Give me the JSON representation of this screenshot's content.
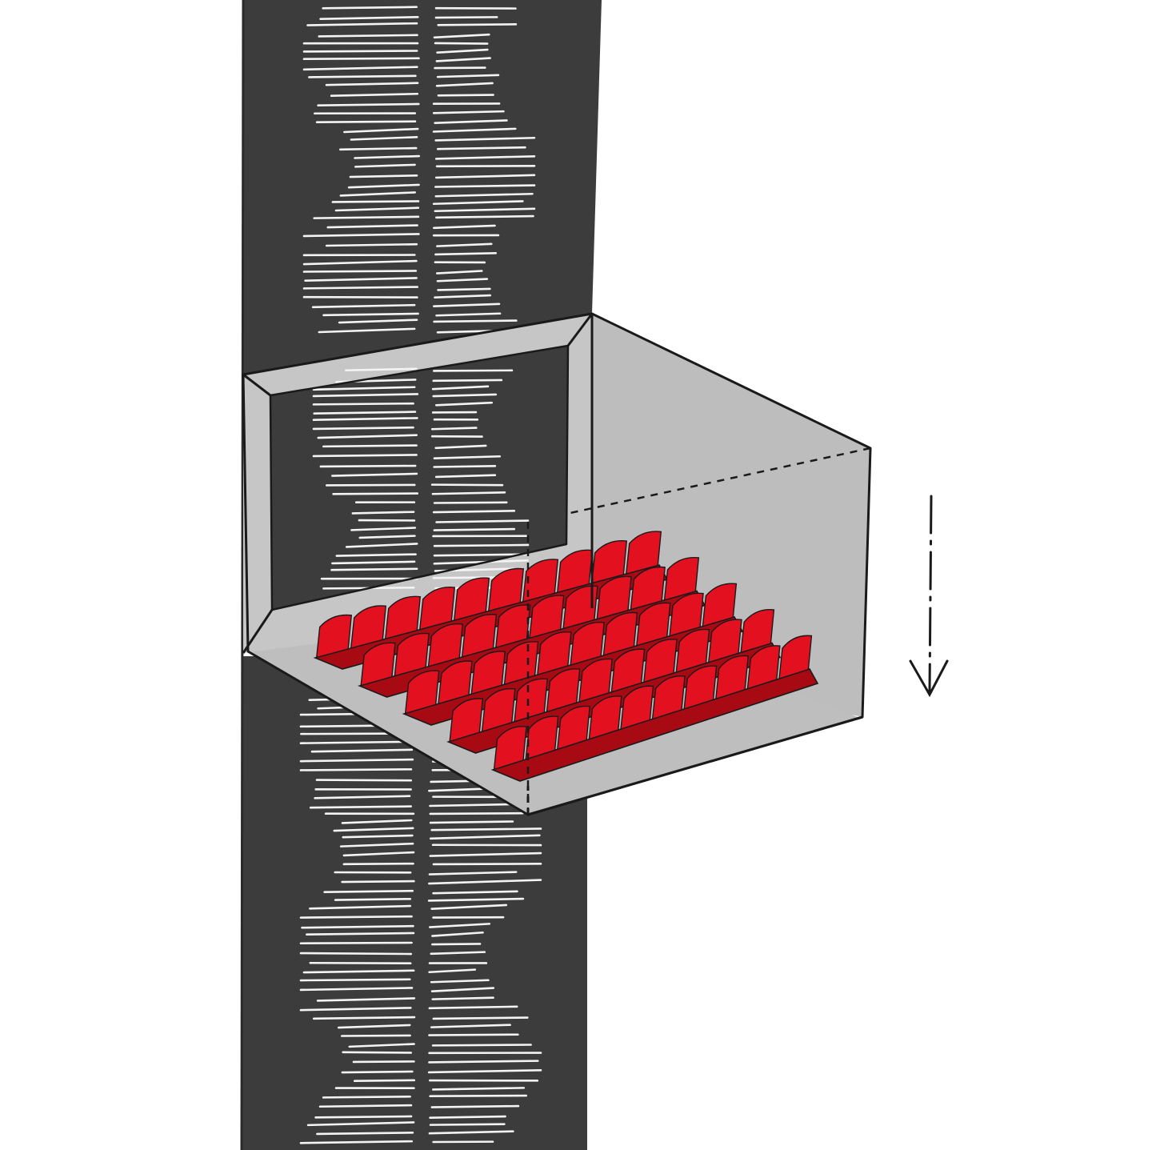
{
  "illustration": {
    "subject": "cinema-seating-box-projecting-from-tower",
    "colors": {
      "background": "#ffffff",
      "tower": "#3c3c3c",
      "tower_texture": "#f4f4f4",
      "box_front_frame": "#c6c6c6",
      "box_side": "#bdbdbd",
      "box_floor": "#bebebe",
      "outline": "#1a1a1a",
      "seats": "#e31020",
      "seat_shadow": "#a80a14",
      "arrow": "#1a1a1a"
    },
    "seating": {
      "rows": 5,
      "seats_per_row": 10
    },
    "arrow": {
      "direction": "down",
      "style": "dash-dot"
    }
  }
}
